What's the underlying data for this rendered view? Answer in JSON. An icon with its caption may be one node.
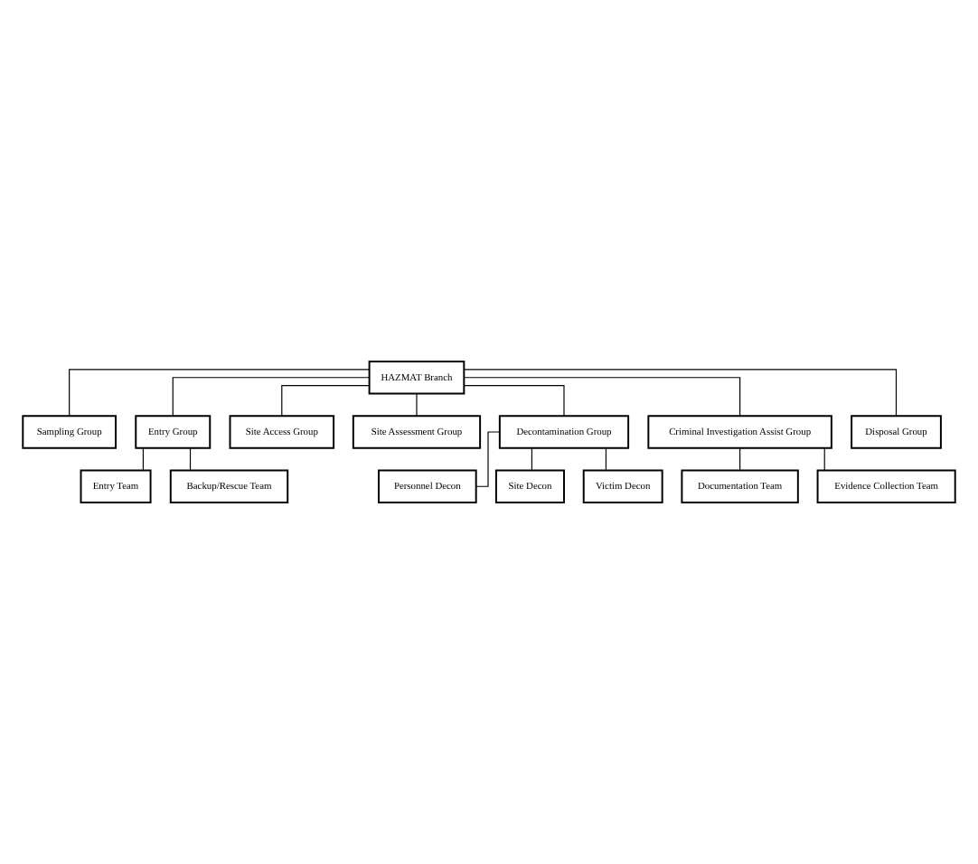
{
  "diagram": {
    "nodes": [
      {
        "text": [
          "HAZMAT Branch"
        ]
      },
      {
        "text": [
          "Sampling Group"
        ]
      },
      {
        "text": [
          "Entry Group"
        ]
      },
      {
        "text": [
          "Entry Team"
        ]
      },
      {
        "text": [
          "Backup/Rescue Team"
        ]
      },
      {
        "text": [
          "Site Access Group"
        ]
      },
      {
        "text": [
          "Site Assessment Group"
        ]
      },
      {
        "text": [
          "Decontamination Group"
        ]
      },
      {
        "text": [
          "Criminal Investigation Assist Group"
        ]
      },
      {
        "text": [
          "Personnel Decon"
        ]
      },
      {
        "text": [
          "Site Decon"
        ]
      },
      {
        "text": [
          "Victim Decon"
        ]
      },
      {
        "text": [
          "Documentation Team"
        ]
      },
      {
        "text": [
          "Evidence Collection Team"
        ]
      },
      {
        "text": [
          "Disposal Group"
        ]
      }
    ],
    "edges": [
      {
        "from": 0,
        "to": 1,
        "arrow": "none"
      },
      {
        "from": 0,
        "to": 2,
        "arrow": "none"
      },
      {
        "from": 2,
        "to": 3,
        "arrow": "none"
      },
      {
        "from": 2,
        "to": 4,
        "arrow": "none"
      },
      {
        "from": 0,
        "to": 5,
        "arrow": "none"
      },
      {
        "from": 0,
        "to": 6,
        "arrow": "none"
      },
      {
        "from": 0,
        "to": 7,
        "arrow": "none"
      },
      {
        "from": 0,
        "to": 8,
        "arrow": "none"
      },
      {
        "from": 7,
        "to": 9,
        "arrow": "none"
      },
      {
        "from": 7,
        "to": 10,
        "arrow": "none"
      },
      {
        "from": 7,
        "to": 11,
        "arrow": "none"
      },
      {
        "from": 8,
        "to": 12,
        "arrow": "none"
      },
      {
        "from": 8,
        "to": 13,
        "arrow": "none"
      },
      {
        "from": 0,
        "to": 14,
        "arrow": "none"
      }
    ]
  }
}
